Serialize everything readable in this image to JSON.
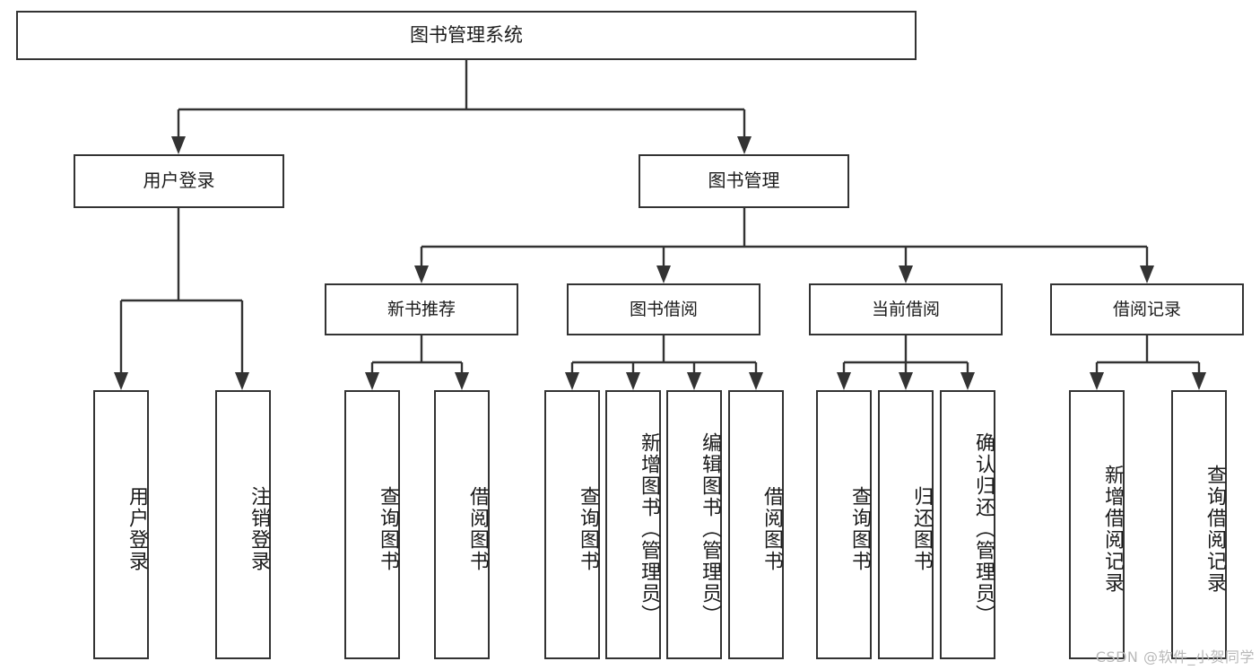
{
  "diagram": {
    "title": "图书管理系统",
    "type": "tree",
    "root": {
      "id": "root",
      "label": "图书管理系统"
    },
    "level1": [
      {
        "id": "user-login",
        "label": "用户登录"
      },
      {
        "id": "book-manage",
        "label": "图书管理"
      }
    ],
    "level2": [
      {
        "id": "new-book-rec",
        "label": "新书推荐",
        "parent": "book-manage"
      },
      {
        "id": "book-borrow",
        "label": "图书借阅",
        "parent": "book-manage"
      },
      {
        "id": "current-borrow",
        "label": "当前借阅",
        "parent": "book-manage"
      },
      {
        "id": "borrow-record",
        "label": "借阅记录",
        "parent": "book-manage"
      }
    ],
    "leaves": [
      {
        "id": "leaf-user-login",
        "label": "用户登录",
        "parent": "user-login"
      },
      {
        "id": "leaf-logout",
        "label": "注销登录",
        "parent": "user-login"
      },
      {
        "id": "leaf-query-book-1",
        "label": "查询图书",
        "parent": "new-book-rec"
      },
      {
        "id": "leaf-borrow-book-1",
        "label": "借阅图书",
        "parent": "new-book-rec"
      },
      {
        "id": "leaf-query-book-2",
        "label": "查询图书",
        "parent": "book-borrow"
      },
      {
        "id": "leaf-add-book",
        "label": "新增图书（管理员）",
        "parent": "book-borrow"
      },
      {
        "id": "leaf-edit-book",
        "label": "编辑图书（管理员）",
        "parent": "book-borrow"
      },
      {
        "id": "leaf-borrow-book-2",
        "label": "借阅图书",
        "parent": "book-borrow"
      },
      {
        "id": "leaf-query-book-3",
        "label": "查询图书",
        "parent": "current-borrow"
      },
      {
        "id": "leaf-return-book",
        "label": "归还图书",
        "parent": "current-borrow"
      },
      {
        "id": "leaf-confirm-return",
        "label": "确认归还（管理员）",
        "parent": "current-borrow"
      },
      {
        "id": "leaf-add-record",
        "label": "新增借阅记录",
        "parent": "borrow-record"
      },
      {
        "id": "leaf-query-record",
        "label": "查询借阅记录",
        "parent": "borrow-record"
      }
    ]
  },
  "watermark": {
    "text": "CSDN @软件_小贺同学"
  },
  "colors": {
    "stroke": "#333333",
    "fill": "#ffffff",
    "text": "#1b1b1b",
    "watermark": "#b9b9b9"
  }
}
